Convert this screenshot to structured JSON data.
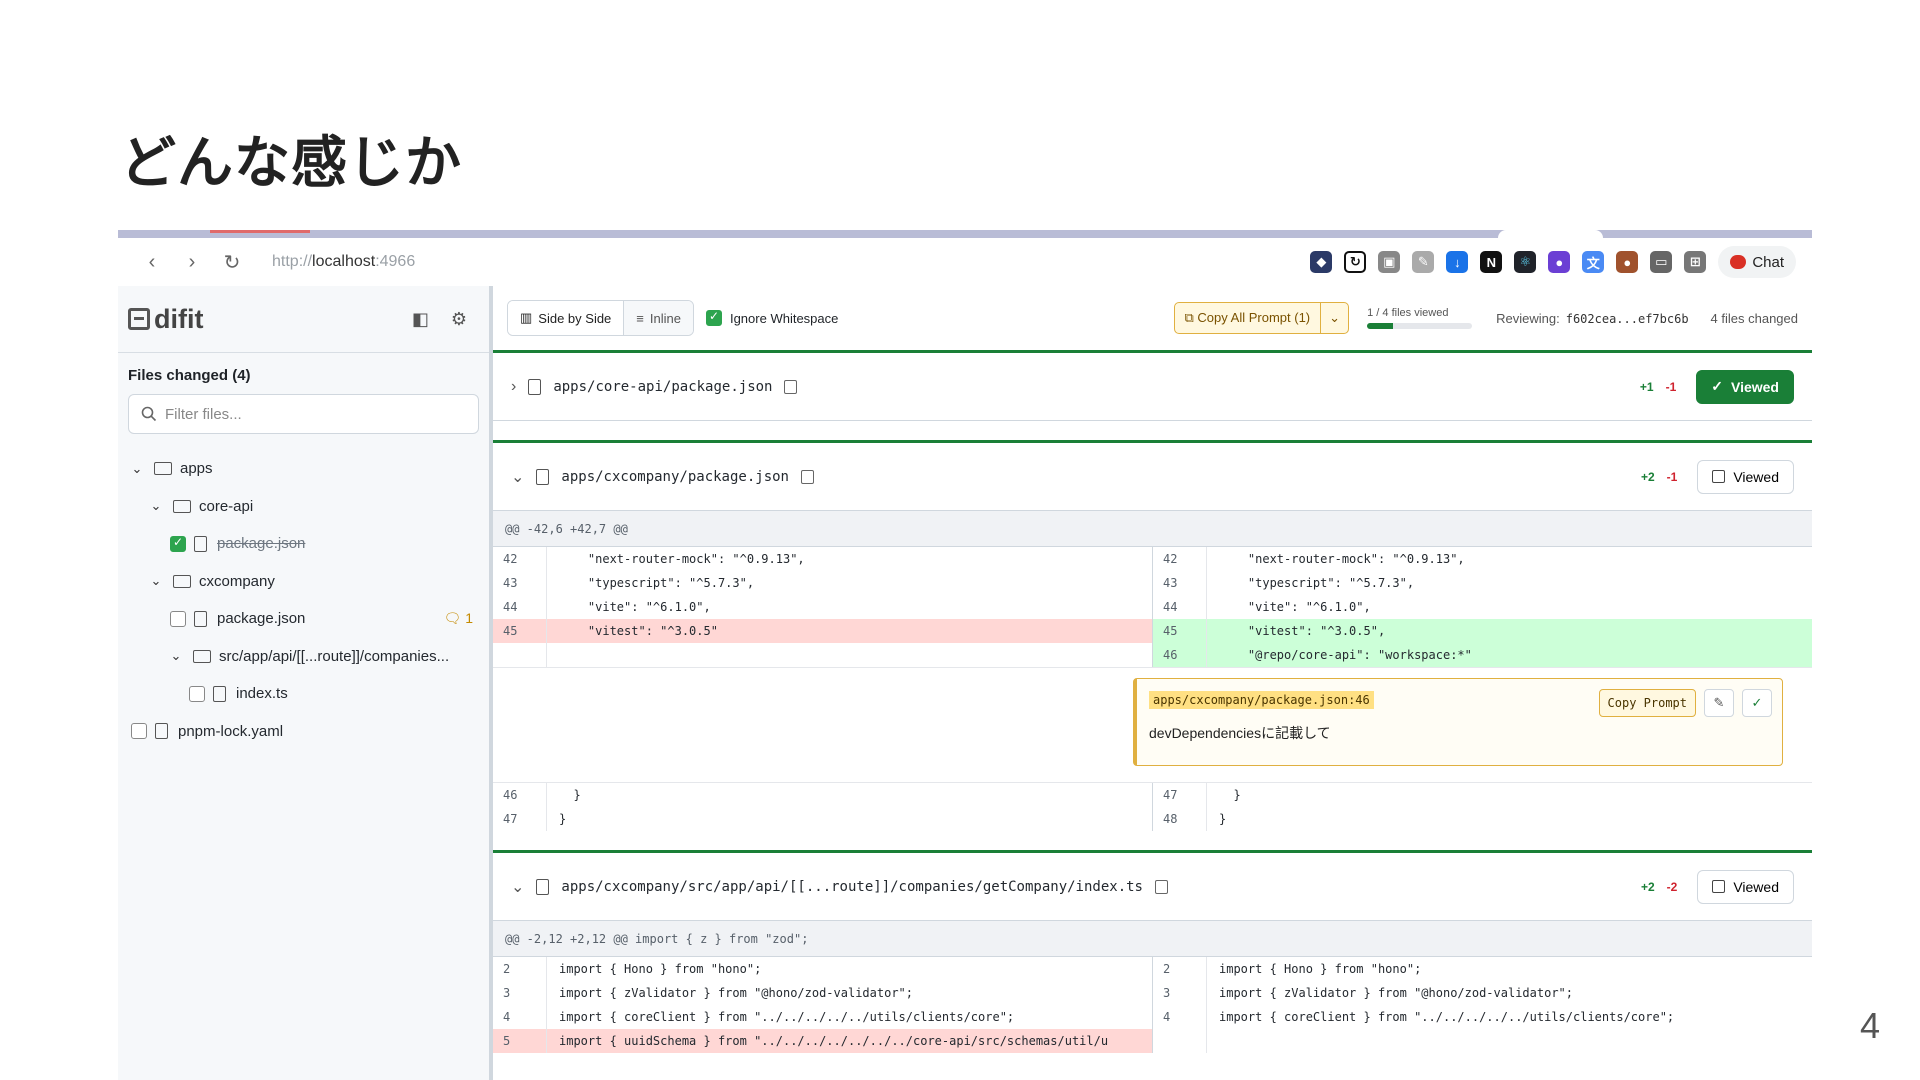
{
  "slide": {
    "title": "どんな感じか",
    "page": "4"
  },
  "browser": {
    "url_scheme": "http://",
    "url_host": "localhost",
    "url_port": ":4966",
    "chat_label": "Chat",
    "nav": {
      "back": "‹",
      "forward": "›",
      "reload": "↻"
    }
  },
  "sidebar": {
    "logo": "difit",
    "files_changed": "Files changed (4)",
    "filter_placeholder": "Filter files...",
    "tree": [
      {
        "label": "apps",
        "type": "folder"
      },
      {
        "label": "core-api",
        "type": "folder"
      },
      {
        "label": "package.json",
        "type": "file",
        "viewed": true
      },
      {
        "label": "cxcompany",
        "type": "folder"
      },
      {
        "label": "package.json",
        "type": "file",
        "viewed": false,
        "comments": "1"
      },
      {
        "label": "src/app/api/[[...route]]/companies...",
        "type": "folder"
      },
      {
        "label": "index.ts",
        "type": "file",
        "viewed": false
      },
      {
        "label": "pnpm-lock.yaml",
        "type": "file",
        "viewed": false
      }
    ]
  },
  "toolbar": {
    "side_by_side": "Side by Side",
    "inline": "Inline",
    "ignore_whitespace": "Ignore Whitespace",
    "copy_all": "Copy All Prompt (1)",
    "files_viewed": "1 / 4 files viewed",
    "progress": 0.25,
    "reviewing_label": "Reviewing:",
    "commit_range": "f602cea...ef7bc6b",
    "files_changed": "4 files changed"
  },
  "files": [
    {
      "path": "apps/core-api/package.json",
      "add": "+1",
      "del": "-1",
      "viewed_label": "Viewed",
      "viewed": true
    },
    {
      "path": "apps/cxcompany/package.json",
      "add": "+2",
      "del": "-1",
      "viewed_label": "Viewed",
      "viewed": false,
      "hunk": "@@ -42,6 +42,7 @@"
    },
    {
      "path": "apps/cxcompany/src/app/api/[[...route]]/companies/getCompany/index.ts",
      "add": "+2",
      "del": "-2",
      "viewed_label": "Viewed",
      "viewed": false,
      "hunk": "@@ -2,12 +2,12 @@ import { z } from \"zod\";"
    }
  ],
  "diff1": {
    "left": [
      {
        "n": "42",
        "c": "    \"next-router-mock\": \"^0.9.13\",",
        "t": ""
      },
      {
        "n": "43",
        "c": "    \"typescript\": \"^5.7.3\",",
        "t": ""
      },
      {
        "n": "44",
        "c": "    \"vite\": \"^6.1.0\",",
        "t": ""
      },
      {
        "n": "45",
        "c": "    \"vitest\": \"^3.0.5\"",
        "t": "rm"
      },
      {
        "n": "",
        "c": "",
        "t": ""
      }
    ],
    "right": [
      {
        "n": "42",
        "c": "    \"next-router-mock\": \"^0.9.13\",",
        "t": ""
      },
      {
        "n": "43",
        "c": "    \"typescript\": \"^5.7.3\",",
        "t": ""
      },
      {
        "n": "44",
        "c": "    \"vite\": \"^6.1.0\",",
        "t": ""
      },
      {
        "n": "45",
        "c": "    \"vitest\": \"^3.0.5\",",
        "t": "ad"
      },
      {
        "n": "46",
        "c": "    \"@repo/core-api\": \"workspace:*\"",
        "t": "ad"
      }
    ],
    "left_after": [
      {
        "n": "46",
        "c": "  }",
        "t": ""
      },
      {
        "n": "47",
        "c": "}",
        "t": ""
      }
    ],
    "right_after": [
      {
        "n": "47",
        "c": "  }",
        "t": ""
      },
      {
        "n": "48",
        "c": "}",
        "t": ""
      }
    ]
  },
  "comment": {
    "file_ref": "apps/cxcompany/package.json:46",
    "copy_prompt": "Copy Prompt",
    "text": "devDependenciesに記載して"
  },
  "diff2": {
    "left": [
      {
        "n": "2",
        "c": "import { Hono } from \"hono\";",
        "t": ""
      },
      {
        "n": "3",
        "c": "import { zValidator } from \"@hono/zod-validator\";",
        "t": ""
      },
      {
        "n": "4",
        "c": "import { coreClient } from \"../../../../../utils/clients/core\";",
        "t": ""
      },
      {
        "n": "5",
        "c": "import { uuidSchema } from \"../../../../../../../core-api/src/schemas/util/u",
        "t": "rm"
      }
    ],
    "right": [
      {
        "n": "2",
        "c": "import { Hono } from \"hono\";",
        "t": ""
      },
      {
        "n": "3",
        "c": "import { zValidator } from \"@hono/zod-validator\";",
        "t": ""
      },
      {
        "n": "4",
        "c": "import { coreClient } from \"../../../../../utils/clients/core\";",
        "t": ""
      },
      {
        "n": "",
        "c": "",
        "t": ""
      }
    ]
  },
  "colors": {
    "green": "#1a7f37",
    "red": "#cf222e",
    "amber": "#e0b040"
  },
  "icons": [
    "chevron-right-icon",
    "chevron-down-icon",
    "file-icon",
    "folder-icon",
    "copy-icon",
    "gear-icon",
    "sidebar-toggle-icon",
    "search-icon",
    "check-icon",
    "pencil-icon"
  ]
}
